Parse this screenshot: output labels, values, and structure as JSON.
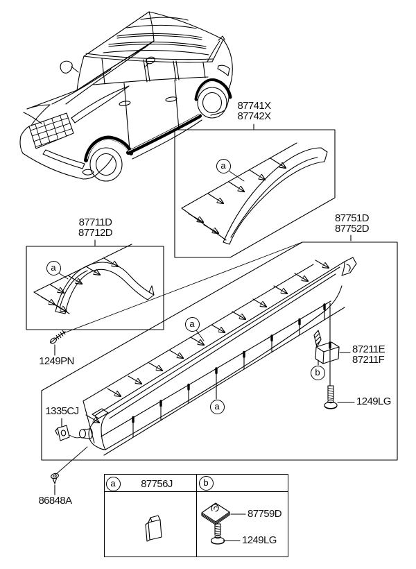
{
  "diagram": {
    "bg_color": "#ffffff",
    "line_color": "#000000",
    "description": "Body side moulding parts diagram"
  },
  "callouts": {
    "a": "a",
    "b": "b"
  },
  "parts": {
    "rear_arch_moulding": {
      "line1": "87741X",
      "line2": "87742X"
    },
    "front_arch_moulding": {
      "line1": "87711D",
      "line2": "87712D"
    },
    "side_sill_moulding": {
      "line1": "87751D",
      "line2": "87752D"
    },
    "sill_bracket": {
      "line1": "87211E",
      "line2": "87211F"
    },
    "screw_front_arch": "1249PN",
    "screw_sill_bracket": "1249LG",
    "clip_sill_end": "1335CJ",
    "screw_sill_front": "86848A"
  },
  "legend": {
    "col_a": {
      "callout": "a",
      "part": "87756J",
      "icon": "clip-icon"
    },
    "col_b": {
      "callout": "b",
      "items": [
        {
          "part": "87759D",
          "icon": "pad-icon"
        },
        {
          "part": "1249LG",
          "icon": "screw-icon"
        }
      ]
    }
  }
}
